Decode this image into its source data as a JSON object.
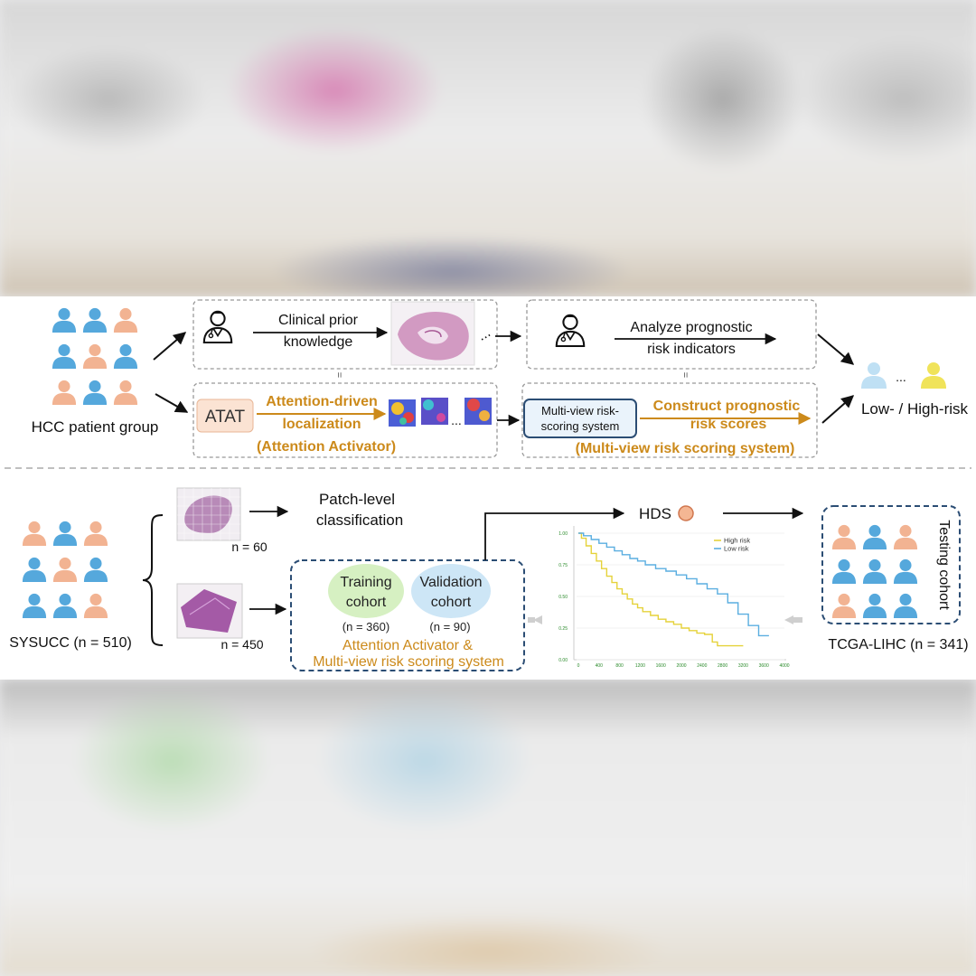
{
  "top": {
    "patient_group": "HCC patient group",
    "clinical_line1": "Clinical prior",
    "clinical_line2": "knowledge",
    "analyze_line1": "Analyze prognostic",
    "analyze_line2": "risk indicators",
    "atat": "ATAT",
    "attn_line1": "Attention-driven",
    "attn_line2": "localization",
    "attn_activator": "(Attention Activator)",
    "mv_line1": "Multi-view risk-",
    "mv_line2": "scoring system",
    "construct_line1": "Construct prognostic",
    "construct_line2": "risk scores",
    "mv_label": "(Multi-view risk scoring system)",
    "equals": "=",
    "outcome": "Low- / High-risk",
    "ellipsis": "..."
  },
  "bottom": {
    "sysucc": "SYSUCC (n = 510)",
    "n60": "n = 60",
    "n450": "n = 450",
    "patch_line1": "Patch-level",
    "patch_line2": "classification",
    "training_line1": "Training",
    "training_line2": "cohort",
    "training_n": "(n = 360)",
    "validation_line1": "Validation",
    "validation_line2": "cohort",
    "validation_n": "(n = 90)",
    "combo_line1": "Attention Activator &",
    "combo_line2": "Multi-view risk scoring system",
    "hds": "HDS",
    "testing": "Testing cohort",
    "tcga": "TCGA-LIHC (n = 341)"
  },
  "colors": {
    "orange": "#cc8a1b",
    "blue_person": "#55a8dc",
    "salmon_person": "#f2b392",
    "dark_blue_border": "#2b4d74",
    "training_fill": "#d6f0c2",
    "validation_fill": "#cde6f6",
    "high_risk": "#e5d23a",
    "low_risk": "#5aaee0"
  },
  "chart_data": {
    "type": "line",
    "title": "",
    "xlabel": "",
    "ylabel": "",
    "x_ticks": [
      "0",
      "400",
      "800",
      "1200",
      "1600",
      "2000",
      "2400",
      "2800",
      "3200",
      "3600",
      "4000"
    ],
    "y_ticks": [
      "1.00",
      "0.75",
      "0.50",
      "0.25",
      "0.00"
    ],
    "xlim": [
      0,
      4000
    ],
    "ylim": [
      0,
      1
    ],
    "legend_position": "top-right",
    "series": [
      {
        "name": "High risk",
        "color": "#e5d23a",
        "x": [
          0,
          60,
          150,
          250,
          350,
          450,
          550,
          650,
          750,
          850,
          950,
          1050,
          1150,
          1250,
          1400,
          1550,
          1700,
          1850,
          2000,
          2150,
          2300,
          2450,
          2600,
          2700,
          2900,
          3200
        ],
        "y": [
          1.0,
          0.96,
          0.9,
          0.84,
          0.78,
          0.72,
          0.66,
          0.61,
          0.56,
          0.52,
          0.48,
          0.44,
          0.41,
          0.38,
          0.35,
          0.32,
          0.3,
          0.28,
          0.25,
          0.23,
          0.21,
          0.2,
          0.14,
          0.11,
          0.11,
          0.11
        ]
      },
      {
        "name": "Low risk",
        "color": "#5aaee0",
        "x": [
          0,
          100,
          250,
          400,
          550,
          700,
          850,
          1000,
          1150,
          1300,
          1500,
          1700,
          1900,
          2100,
          2300,
          2500,
          2700,
          2900,
          3100,
          3300,
          3500,
          3700
        ],
        "y": [
          1.0,
          0.98,
          0.95,
          0.92,
          0.89,
          0.86,
          0.83,
          0.8,
          0.78,
          0.75,
          0.72,
          0.7,
          0.67,
          0.64,
          0.6,
          0.56,
          0.52,
          0.45,
          0.36,
          0.27,
          0.19,
          0.19
        ]
      }
    ]
  }
}
